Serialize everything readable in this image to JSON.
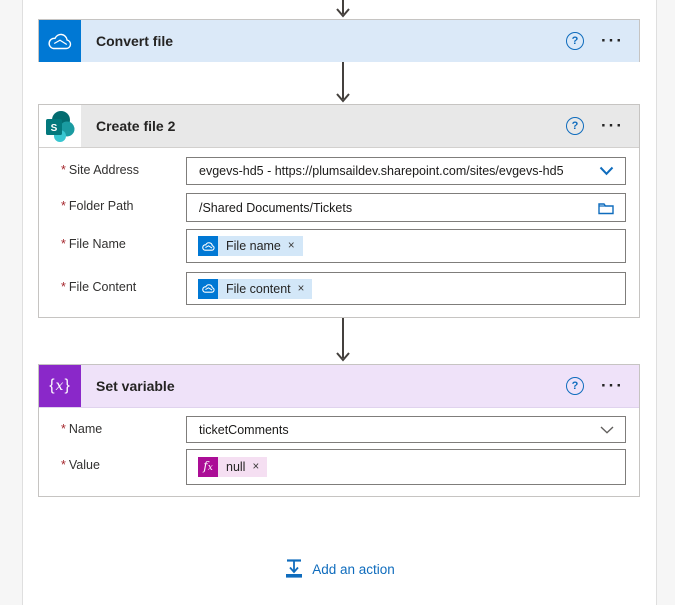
{
  "workflow": {
    "actions": [
      {
        "title": "Convert file",
        "connector": "onedrive",
        "help": "?",
        "menu": "···"
      },
      {
        "title": "Create file 2",
        "connector": "sharepoint",
        "sharepoint_letter": "S",
        "help": "?",
        "menu": "···",
        "fields": {
          "site_address": {
            "required": "*",
            "label": "Site Address",
            "value": "evgevs-hd5 - https://plumsaildev.sharepoint.com/sites/evgevs-hd5"
          },
          "folder_path": {
            "required": "*",
            "label": "Folder Path",
            "value": "/Shared Documents/Tickets"
          },
          "file_name": {
            "required": "*",
            "label": "File Name",
            "token": {
              "label": "File name",
              "remove": "×",
              "icon": "onedrive-token-icon"
            }
          },
          "file_content": {
            "required": "*",
            "label": "File Content",
            "token": {
              "label": "File content",
              "remove": "×",
              "icon": "onedrive-token-icon"
            }
          }
        }
      },
      {
        "title": "Set variable",
        "connector": "variable",
        "glyph": {
          "open": "{",
          "x": "x",
          "close": "}"
        },
        "help": "?",
        "menu": "···",
        "fields": {
          "name": {
            "required": "*",
            "label": "Name",
            "value": "ticketComments"
          },
          "value": {
            "required": "*",
            "label": "Value",
            "token": {
              "label": "null",
              "remove": "×",
              "icon": "fx-token-icon",
              "fx_f": "f",
              "fx_x": "x"
            }
          }
        }
      }
    ],
    "footer": {
      "add_action": "Add an action"
    }
  },
  "colors": {
    "onedrive_blue": "#0078D4",
    "convert_header": "#DBE9F8",
    "sharepoint_header": "#E8E8E8",
    "sharepoint_dark_teal": "#036C70",
    "sharepoint_mid_teal": "#1A9BA1",
    "sharepoint_light_teal": "#37C6D0",
    "variable_purple": "#8A28C9",
    "variable_header": "#EFE2F9",
    "fx_magenta": "#AB0D96",
    "link_blue": "#0F6CBD",
    "token_blue_bg": "#D3E7F8",
    "token_pink_bg": "#F5DFF2",
    "arrow_gray": "#44403D"
  }
}
